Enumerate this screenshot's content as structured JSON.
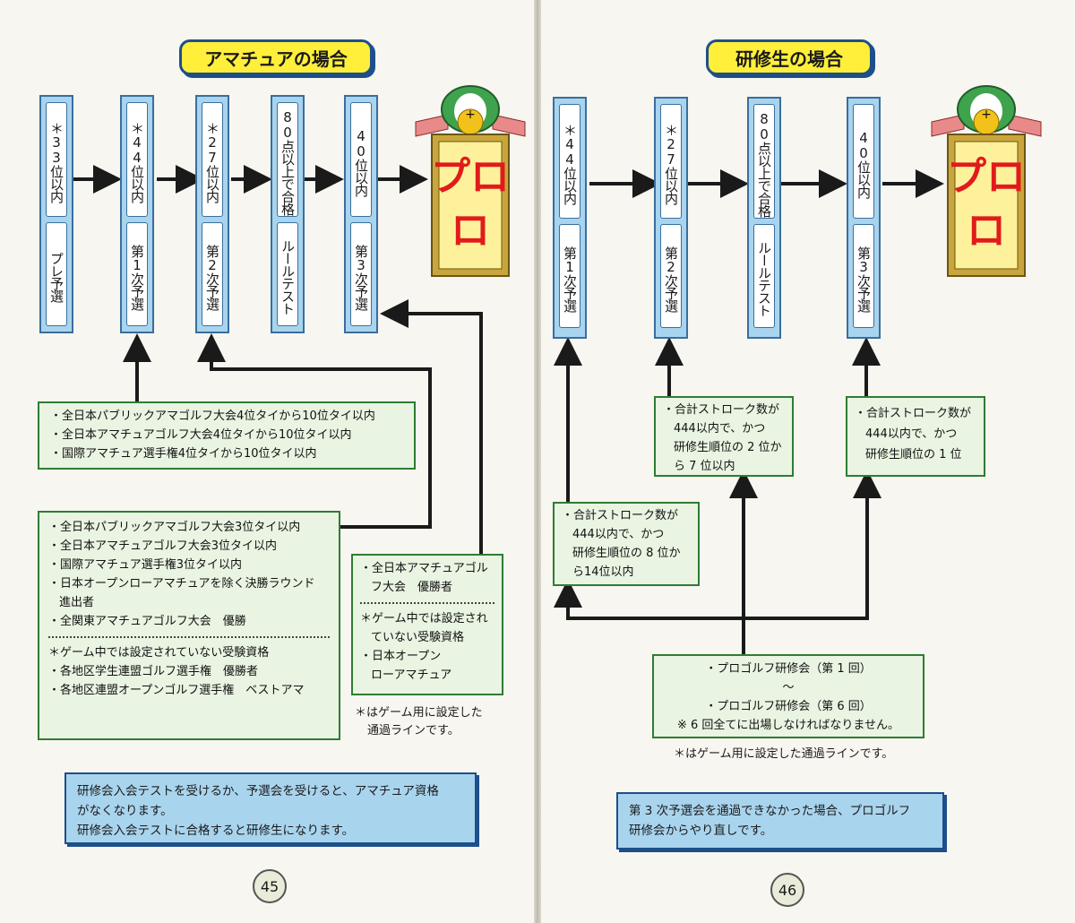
{
  "left": {
    "title": "アマチュアの場合",
    "stages": [
      {
        "cond": "＊33位以内",
        "name": "プレ予選"
      },
      {
        "cond": "＊44位以内",
        "name": "第1次予選"
      },
      {
        "cond": "＊27位以内",
        "name": "第2次予選"
      },
      {
        "cond": "80点以上で合格",
        "name": "ルールテスト"
      },
      {
        "cond": "40位以内",
        "name": "第3次予選"
      }
    ],
    "pro_label": "プロ",
    "box1": [
      "・全日本パブリックアマゴルフ大会4位タイから10位タイ以内",
      "・全日本アマチュアゴルフ大会4位タイから10位タイ以内",
      "・国際アマチュア選手権4位タイから10位タイ以内"
    ],
    "box2": {
      "items": [
        "・全日本パブリックアマゴルフ大会3位タイ以内",
        "・全日本アマチュアゴルフ大会3位タイ以内",
        "・国際アマチュア選手権3位タイ以内",
        "・日本オープンローアマチュアを除く決勝ラウンド",
        "進出者",
        "・全関東アマチュアゴルフ大会　優勝"
      ],
      "note": "＊ゲーム中では設定されていない受験資格",
      "items2": [
        "・各地区学生連盟ゴルフ選手権　優勝者",
        "・各地区連盟オープンゴルフ選手権　ベストアマ"
      ]
    },
    "box3": {
      "l1": "・全日本アマチュアゴル",
      "l2": "フ大会　優勝者",
      "n1": "＊ゲーム中では設定され",
      "n2": "ていない受験資格",
      "l3": "・日本オープン",
      "l4": "ローアマチュア"
    },
    "footnote1": "＊はゲーム用に設定した",
    "footnote2": "通過ラインです。",
    "info1": "研修会入会テストを受けるか、予選会を受けると、アマチュア資格",
    "info2": "がなくなります。",
    "info3": "研修会入会テストに合格すると研修生になります。",
    "page_no": "45"
  },
  "right": {
    "title": "研修生の場合",
    "stages": [
      {
        "cond": "＊44位以内",
        "name": "第1次予選"
      },
      {
        "cond": "＊27位以内",
        "name": "第2次予選"
      },
      {
        "cond": "80点以上で合格",
        "name": "ルールテスト"
      },
      {
        "cond": "40位以内",
        "name": "第3次予選"
      }
    ],
    "pro_label": "プロ",
    "boxA": [
      "・合計ストローク数が",
      "444以内で、かつ",
      "研修生順位の 2 位か",
      "ら 7 位以内"
    ],
    "boxB": [
      "・合計ストローク数が",
      "444以内で、かつ",
      "研修生順位の 1 位"
    ],
    "boxC": [
      "・合計ストローク数が",
      "444以内で、かつ",
      "研修生順位の 8 位か",
      "ら14位以内"
    ],
    "boxD": [
      "・プロゴルフ研修会（第 1 回）",
      "～",
      "・プロゴルフ研修会（第 6 回）",
      "※ 6 回全てに出場しなければなりません。"
    ],
    "footnote": "＊はゲーム用に設定した通過ラインです。",
    "info1": "第 3 次予選会を通過できなかった場合、プロゴルフ",
    "info2": "研修会からやり直しです。",
    "page_no": "46"
  }
}
